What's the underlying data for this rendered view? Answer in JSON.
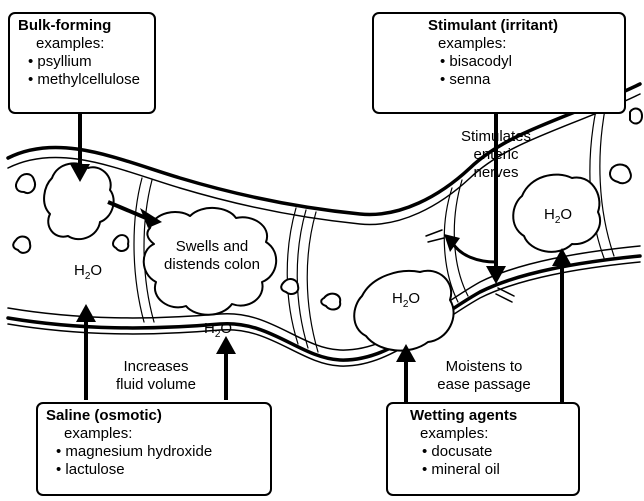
{
  "boxes": {
    "bulk": {
      "title": "Bulk-forming",
      "subtitle": "examples:",
      "items": [
        "• psyllium",
        "• methylcellulose"
      ]
    },
    "stimulant": {
      "title": "Stimulant (irritant)",
      "subtitle": "examples:",
      "items": [
        "• bisacodyl",
        "• senna"
      ]
    },
    "saline": {
      "title": "Saline (osmotic)",
      "subtitle": "examples:",
      "items": [
        "• magnesium hydroxide",
        "• lactulose"
      ]
    },
    "wetting": {
      "title": "Wetting agents",
      "subtitle": "examples:",
      "items": [
        "• docusate",
        "• mineral oil"
      ]
    }
  },
  "annotations": {
    "swells_1": "Swells and",
    "swells_2": "distends colon",
    "stimulates_1": "Stimulates",
    "stimulates_2": "enteric",
    "stimulates_3": "nerves",
    "increases_1": "Increases",
    "increases_2": "fluid volume",
    "moistens_1": "Moistens to",
    "moistens_2": "ease passage"
  },
  "water": {
    "h": "H",
    "sub": "2",
    "o": "O"
  }
}
